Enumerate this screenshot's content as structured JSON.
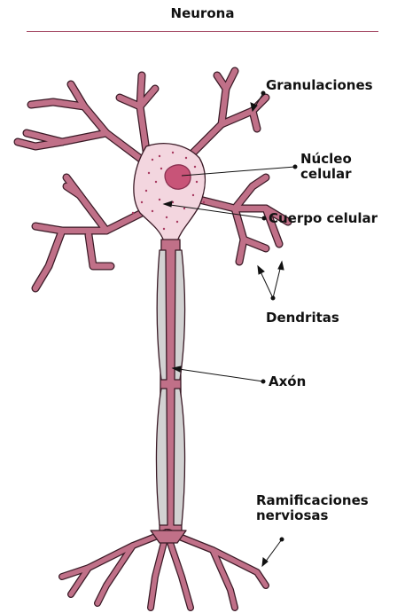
{
  "title": "Neurona",
  "labels": {
    "granulaciones": "Granulaciones",
    "nucleo_1": "Núcleo",
    "nucleo_2": "celular",
    "cuerpo": "Cuerpo celular",
    "dendritas": "Dendritas",
    "axon": "Axón",
    "ramificaciones_1": "Ramificaciones",
    "ramificaciones_2": "nerviosas"
  },
  "colors": {
    "neuron_fill": "#c07088",
    "neuron_dark": "#8a3050",
    "soma_fill": "#f3d6df",
    "nucleus": "#c85478",
    "myelin": "#d2d2d2",
    "rule": "#a8516b"
  }
}
